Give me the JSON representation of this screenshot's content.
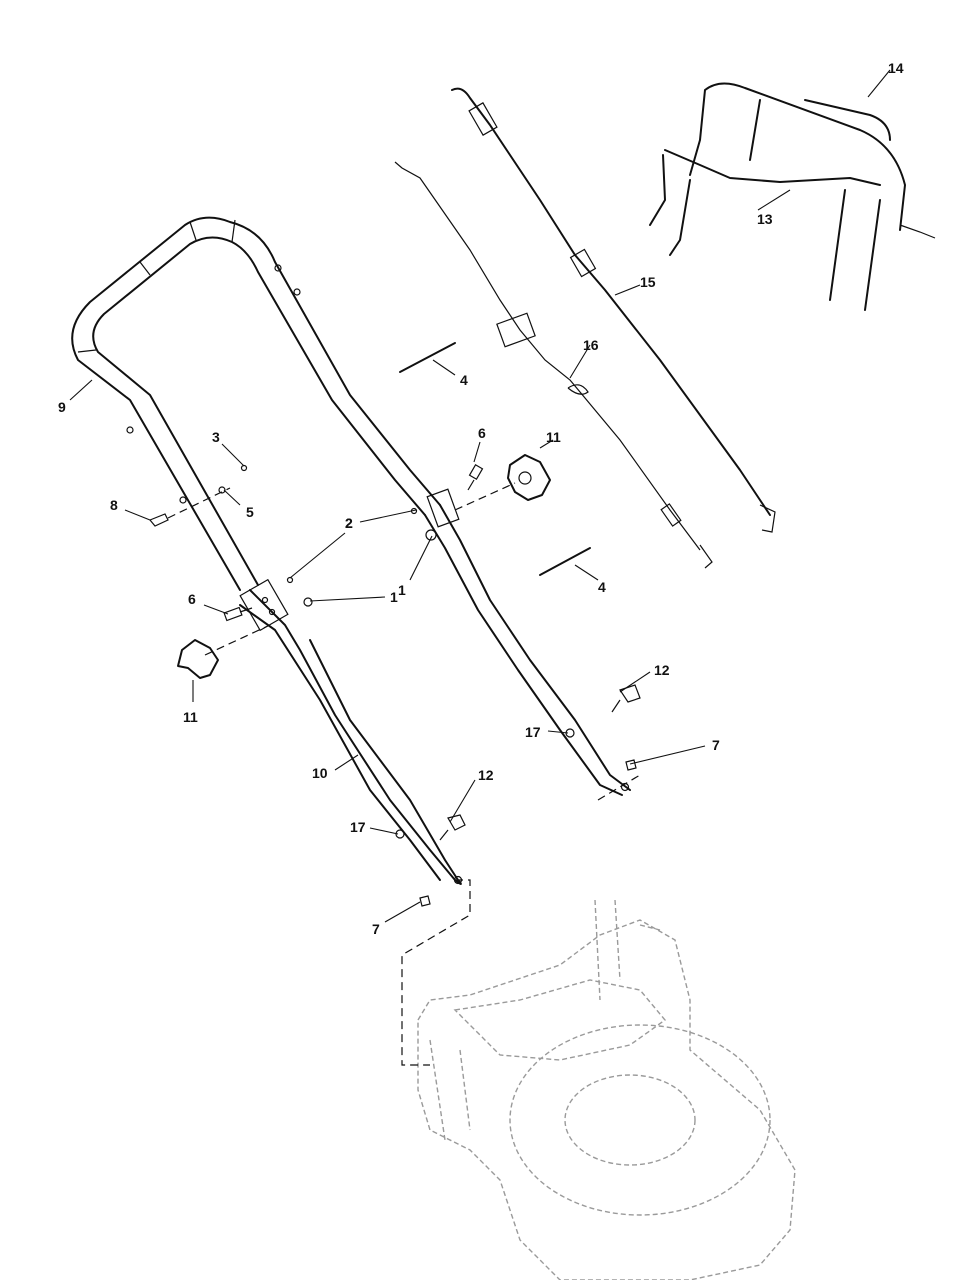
{
  "callouts": {
    "c1a": "1",
    "c1b": "1",
    "c2a": "2",
    "c2b": "2",
    "c3": "3",
    "c4a": "4",
    "c4b": "4",
    "c5": "5",
    "c6a": "6",
    "c6b": "6",
    "c7a": "7",
    "c7b": "7",
    "c8": "8",
    "c9": "9",
    "c10": "10",
    "c11a": "11",
    "c11b": "11",
    "c12a": "12",
    "c12b": "12",
    "c13": "13",
    "c14": "14",
    "c15": "15",
    "c16": "16",
    "c17a": "17",
    "c17b": "17"
  }
}
